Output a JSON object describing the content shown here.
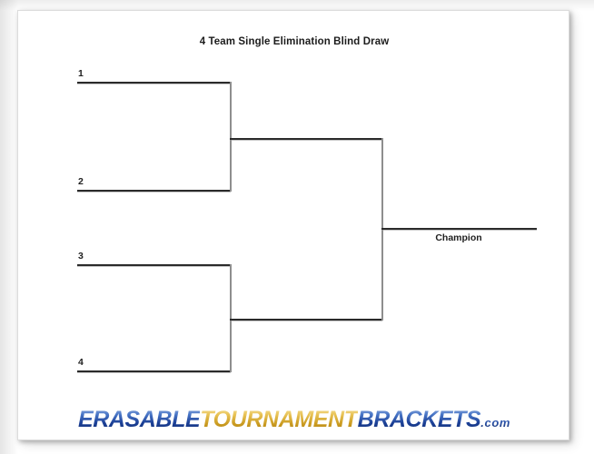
{
  "page": {
    "title": "4 Team Single Elimination Blind Draw"
  },
  "bracket": {
    "type": "single-elimination",
    "team_count": 4,
    "round1": {
      "slots": [
        {
          "label": "1"
        },
        {
          "label": "2"
        },
        {
          "label": "3"
        },
        {
          "label": "4"
        }
      ]
    },
    "round2": {
      "slots": [
        {
          "label": ""
        },
        {
          "label": ""
        }
      ]
    },
    "final": {
      "label": "Champion"
    }
  },
  "footer": {
    "logo": {
      "part1": "ERASABLE",
      "part2": "TOURNAMENT",
      "part3": "BRACKETS",
      "part4": ".com",
      "color_blue": "#1b3f96",
      "color_gold": "#c99a20"
    }
  }
}
